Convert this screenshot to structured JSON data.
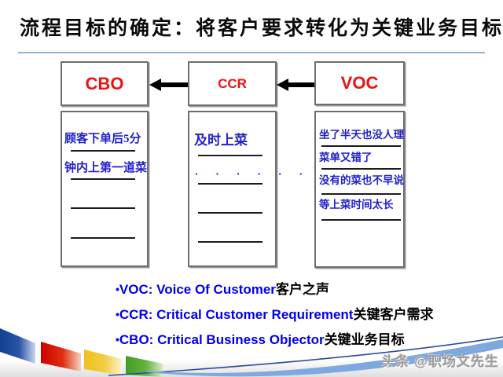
{
  "slide_title": "流程目标的确定：将客户要求转化为关键业务目标",
  "flow": {
    "boxes": [
      {
        "id": "cbo",
        "label": "CBO"
      },
      {
        "id": "ccr",
        "label": "CCR"
      },
      {
        "id": "voc",
        "label": "VOC"
      }
    ],
    "notes": {
      "cbo": {
        "line1": "顾客下单后5分",
        "line2": "钟内上第一道菜"
      },
      "ccr": {
        "line1": "及时上菜",
        "dots": "· · · · · ·"
      },
      "voc": {
        "line1": "坐了半天也没人理",
        "line2": "菜单又错了",
        "line3": "没有的菜也不早说",
        "line4": "等上菜时间太长"
      }
    }
  },
  "legend": {
    "bullet_char": "•",
    "items": [
      {
        "en": "VOC: Voice Of Customer",
        "zh": "客户之声"
      },
      {
        "en": "CCR: Critical Customer Requirement",
        "zh": "关键客户需求"
      },
      {
        "en": "CBO: Critical Business Objector",
        "zh": "关键业务目标"
      }
    ]
  },
  "watermark": "头条 @职场文先生",
  "colors": {
    "title_text": "#0B0B0B",
    "title_rule": "#93B1DA",
    "box_label_red": "#EE1111",
    "note_text_blue": "#2222CC",
    "legend_en_blue": "#0000EE",
    "legend_zh_black": "#000000",
    "ribbon_blue": "#12418F",
    "ribbon_red": "#CC0000",
    "ribbon_yellow": "#F0C11C",
    "ribbon_green": "#3F9F22",
    "swoosh_light_blue": "#7FA8DE",
    "watermark_gray": "#9B9B9B"
  }
}
